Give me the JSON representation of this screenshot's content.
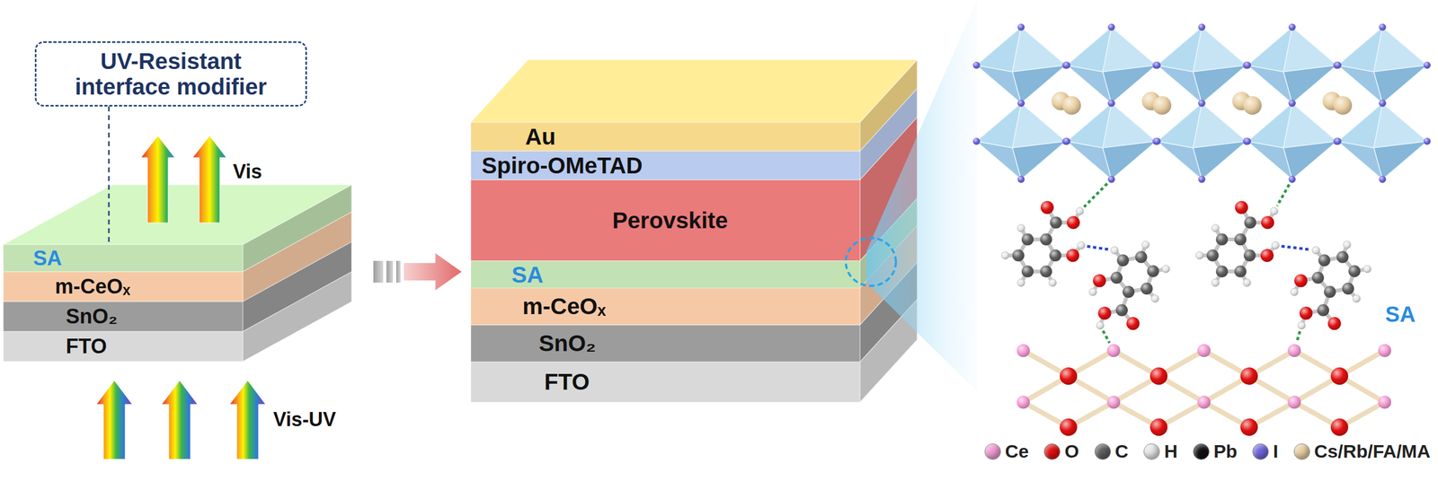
{
  "diagram": {
    "nodes": [
      {
        "text": [
          "UV-Resistant interface modifier"
        ]
      },
      {
        "text": [
          "SA"
        ]
      },
      {
        "text": [
          "m-CeOₓ"
        ]
      },
      {
        "text": [
          "SnO₂"
        ]
      },
      {
        "text": [
          "FTO"
        ]
      },
      {
        "text": [
          "Au"
        ]
      },
      {
        "text": [
          "Spiro-OMeTAD"
        ]
      },
      {
        "text": [
          "Perovskite"
        ]
      },
      {
        "text": [
          "SA"
        ]
      },
      {
        "text": [
          "m-CeOₓ"
        ]
      },
      {
        "text": [
          "SnO₂"
        ]
      },
      {
        "text": [
          "FTO"
        ]
      }
    ],
    "edges": [
      {
        "from": 0,
        "to": 1,
        "arrow": "none"
      }
    ],
    "labels": [
      "Vis",
      "Vis-UV",
      "SA"
    ],
    "legend": [
      {
        "text": "Ce",
        "color": "#f29bd2"
      },
      {
        "text": "O",
        "color": "#e01010"
      },
      {
        "text": "C",
        "color": "#5f5f5f"
      },
      {
        "text": "H",
        "color": "#e6e6e6"
      },
      {
        "text": "Pb",
        "color": "#111111"
      },
      {
        "text": "I",
        "color": "#6f66dc"
      },
      {
        "text": "Cs/Rb/FA/MA",
        "color": "#e9cfa3"
      }
    ]
  }
}
